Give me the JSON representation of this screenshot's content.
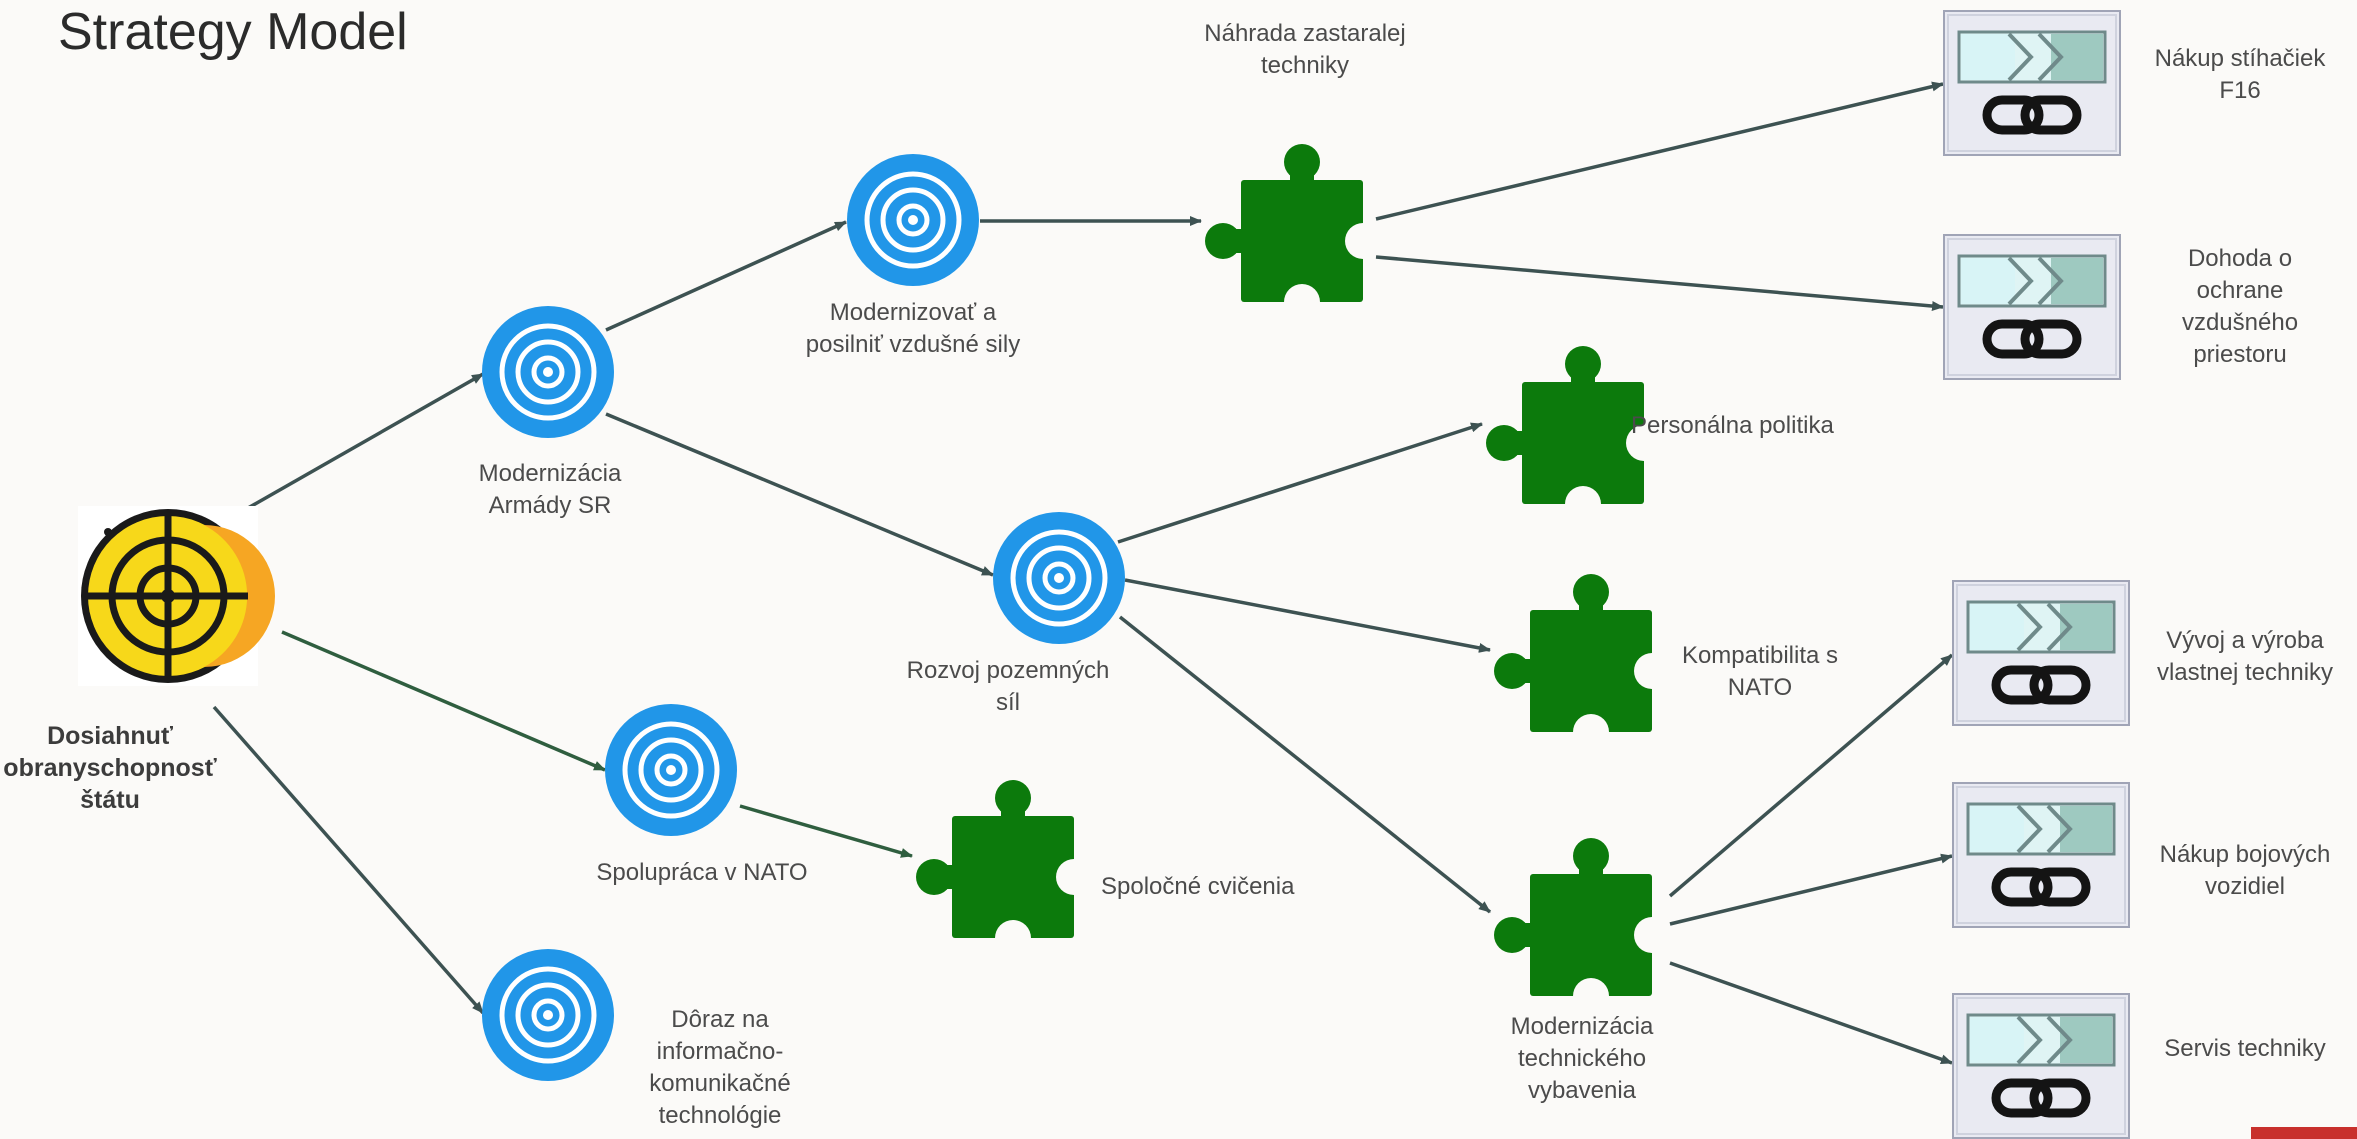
{
  "title": "Strategy Model",
  "colors": {
    "goal_blue": "#2196e8",
    "puzzle_green": "#0c7a0c",
    "arrow": "#3d5252",
    "arrow_green": "#2f5e3f",
    "target_yellow": "#f7d81a",
    "accent_red": "#c8302c"
  },
  "nodes": {
    "root": {
      "label": "Dosiahnuť\nobranyschopnosť\nštátu",
      "icon": "crosshair-target-icon"
    },
    "g_modernizacia": {
      "label": "Modernizácia\nArmády SR",
      "icon": "goal-target-icon"
    },
    "g_vzdusne": {
      "label": "Modernizovať a\nposilniť vzdušné sily",
      "icon": "goal-target-icon"
    },
    "g_pozemne": {
      "label": "Rozvoj pozemných\nsíl",
      "icon": "goal-target-icon"
    },
    "g_nato": {
      "label": "Spolupráca v NATO",
      "icon": "goal-target-icon"
    },
    "g_ikt": {
      "label": "Dôraz na\ninformačno-\nkomunikačné\ntechnológie",
      "icon": "goal-target-icon"
    },
    "p_nahrada": {
      "label": "Náhrada zastaralej\ntechniky",
      "icon": "puzzle-piece-icon"
    },
    "p_personalna": {
      "label": "Personálna politika",
      "icon": "puzzle-piece-icon"
    },
    "p_kompatibilita": {
      "label": "Kompatibilita s\nNATO",
      "icon": "puzzle-piece-icon"
    },
    "p_cvicenia": {
      "label": "Spoločné cvičenia",
      "icon": "puzzle-piece-icon"
    },
    "p_technicke": {
      "label": "Modernizácia\ntechnického\nvybavenia",
      "icon": "puzzle-piece-icon"
    },
    "x_f16": {
      "label": "Nákup stíhačiek\nF16",
      "icon": "linked-process-icon"
    },
    "x_dohoda": {
      "label": "Dohoda o\nochrane\nvzdušného\npriestoru",
      "icon": "linked-process-icon"
    },
    "x_vyvoj": {
      "label": "Vývoj a výroba\nvlastnej techniky",
      "icon": "linked-process-icon"
    },
    "x_vozidla": {
      "label": "Nákup bojových\nvozidiel",
      "icon": "linked-process-icon"
    },
    "x_servis": {
      "label": "Servis techniky",
      "icon": "linked-process-icon"
    }
  },
  "edges": [
    [
      "root",
      "g_modernizacia"
    ],
    [
      "root",
      "g_nato"
    ],
    [
      "root",
      "g_ikt"
    ],
    [
      "g_modernizacia",
      "g_vzdusne"
    ],
    [
      "g_modernizacia",
      "g_pozemne"
    ],
    [
      "g_vzdusne",
      "p_nahrada"
    ],
    [
      "p_nahrada",
      "x_f16"
    ],
    [
      "p_nahrada",
      "x_dohoda"
    ],
    [
      "g_pozemne",
      "p_personalna"
    ],
    [
      "g_pozemne",
      "p_kompatibilita"
    ],
    [
      "g_pozemne",
      "p_technicke"
    ],
    [
      "g_nato",
      "p_cvicenia"
    ],
    [
      "p_technicke",
      "x_vyvoj"
    ],
    [
      "p_technicke",
      "x_vozidla"
    ],
    [
      "p_technicke",
      "x_servis"
    ]
  ]
}
